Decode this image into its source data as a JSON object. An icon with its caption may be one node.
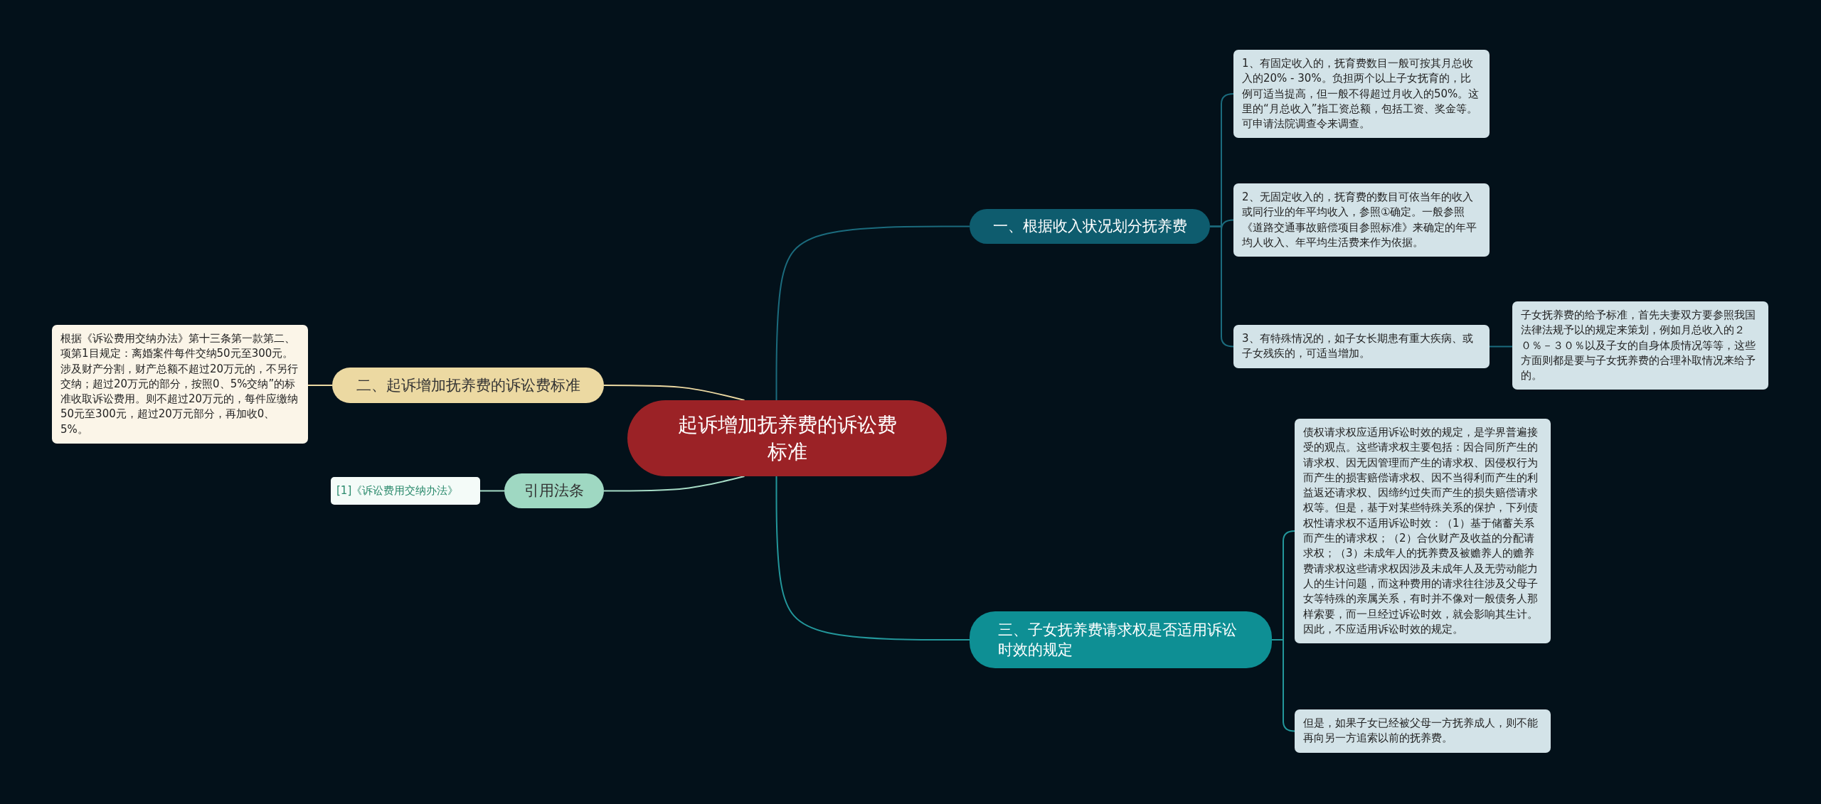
{
  "diagram": {
    "nodes": [
      {
        "text": [
          "起诉增加抚养费的诉讼费标准"
        ]
      },
      {
        "text": [
          "一、根据收入状况划分抚养费"
        ]
      },
      {
        "text": [
          "1、有固定收入的，抚育费数目一般可按其月总收入的20% - 30%。负担两个以上子女抚育的，比例可适当提高，但一般不得超过月收入的50%。这里的“月总收入”指工资总额，包括工资、奖金等。可申请法院调查令来调查。"
        ]
      },
      {
        "text": [
          "2、无固定收入的，抚育费的数目可依当年的收入或同行业的年平均收入，参照①确定。一般参照《道路交通事故赔偿项目参照标准》来确定的年平均人收入、年平均生活费来作为依据。"
        ]
      },
      {
        "text": [
          "3、有特殊情况的，如子女长期患有重大疾病、或子女残疾的，可适当增加。"
        ]
      },
      {
        "text": [
          "子女抚养费的给予标准，首先夫妻双方要参照我国法律法规予以的规定来策划，例如月总收入的２０％－３０％以及子女的自身体质情况等等，这些方面则都是要与子女抚养费的合理补取情况来给予的。"
        ]
      },
      {
        "text": [
          "二、起诉增加抚养费的诉讼费标准"
        ]
      },
      {
        "text": [
          "根据《诉讼费用交纳办法》第十三条第一款第二、项第1目规定：离婚案件每件交纳50元至300元。涉及财产分割，财产总额不超过20万元的，不另行交纳；超过20万元的部分，按照0、5%交纳”的标准收取诉讼费用。则不超过20万元的，每件应缴纳50元至300元，超过20万元部分，再加收0、5%。"
        ]
      },
      {
        "text": [
          "引用法条"
        ]
      },
      {
        "text": [
          "[1]《诉讼费用交纳办法》"
        ]
      },
      {
        "text": [
          "三、子女抚养费请求权是否适用诉讼时效的规定"
        ]
      },
      {
        "text": [
          "债权请求权应适用诉讼时效的规定，是学界普遍接受的观点。这些请求权主要包括：因合同所产生的请求权、因无因管理而产生的请求权、因侵权行为而产生的损害赔偿请求权、因不当得利而产生的利益返还请求权、因缔约过失而产生的损失赔偿请求权等。但是，基于对某些特殊关系的保护，下列债权性请求权不适用诉讼时效：（1）基于储蓄关系而产生的请求权；（2）合伙财产及收益的分配请求权；（3）未成年人的抚养费及被赡养人的赡养费请求权这些请求权因涉及未成年人及无劳动能力人的生计问题，而这种费用的请求往往涉及父母子女等特殊的亲属关系，有时并不像对一般债务人那样索要，而一旦经过诉讼时效，就会影响其生计。因此，不应适用诉讼时效的规定。"
        ]
      },
      {
        "text": [
          "但是，如果子女已经被父母一方抚养成人，则不能再向另一方追索以前的抚养费。"
        ]
      }
    ],
    "edges": [
      {
        "from": 0,
        "to": 1,
        "arrow": "none",
        "color": "#1b6b7d"
      },
      {
        "from": 1,
        "to": 2,
        "arrow": "none",
        "color": "#1b6b7d"
      },
      {
        "from": 1,
        "to": 3,
        "arrow": "none",
        "color": "#1b6b7d"
      },
      {
        "from": 1,
        "to": 4,
        "arrow": "none",
        "color": "#1b6b7d"
      },
      {
        "from": 4,
        "to": 5,
        "arrow": "none",
        "color": "#1b6b7d"
      },
      {
        "from": 0,
        "to": 6,
        "arrow": "none",
        "color": "#ecd9a2"
      },
      {
        "from": 6,
        "to": 7,
        "arrow": "none",
        "color": "#ecd9a2"
      },
      {
        "from": 0,
        "to": 8,
        "arrow": "none",
        "color": "#a6dcc6"
      },
      {
        "from": 8,
        "to": 9,
        "arrow": "none",
        "color": "#a6dcc6"
      },
      {
        "from": 0,
        "to": 10,
        "arrow": "none",
        "color": "#23979b"
      },
      {
        "from": 10,
        "to": 11,
        "arrow": "none",
        "color": "#23979b"
      },
      {
        "from": 10,
        "to": 12,
        "arrow": "none",
        "color": "#23979b"
      }
    ]
  }
}
